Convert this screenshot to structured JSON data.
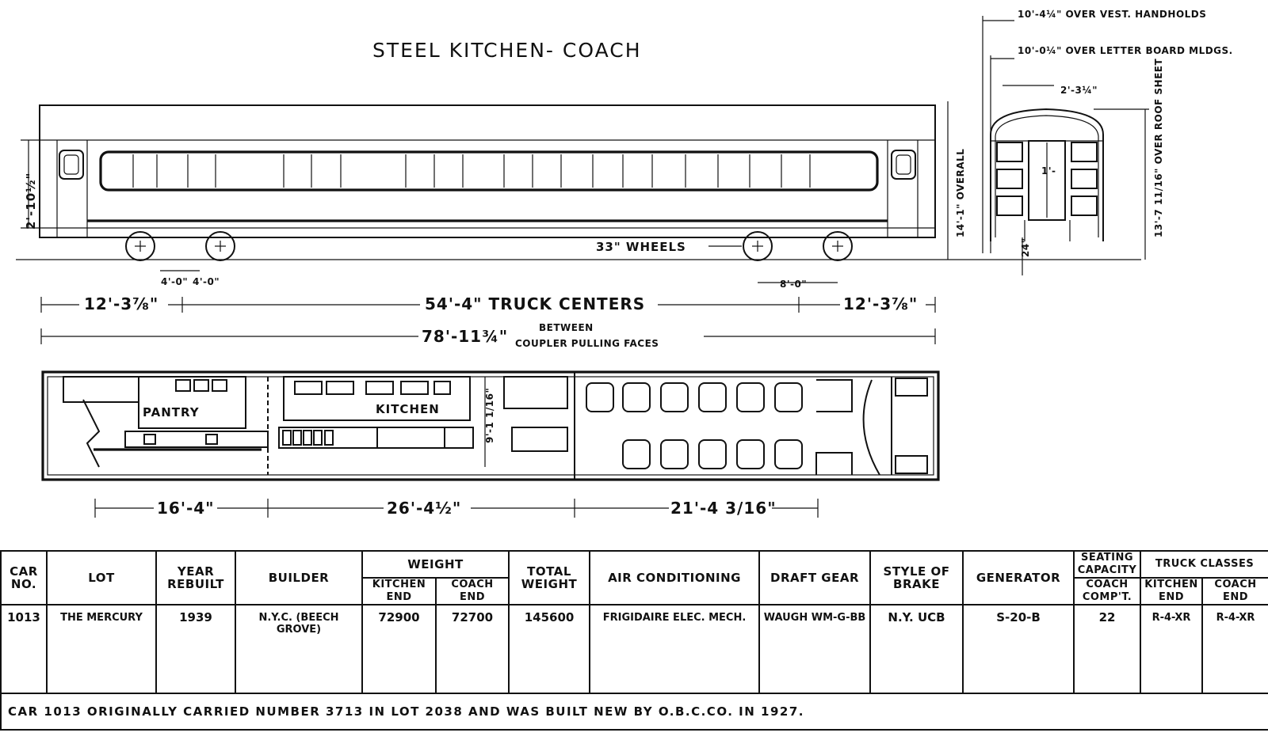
{
  "title": "STEEL KITCHEN- COACH",
  "side_dimensions": {
    "window_height": "2'-10½\"",
    "overall_height": "14'-1\" OVERALL",
    "wheels": "33\" WHEELS",
    "wheelbase_a": "4'-0\"",
    "wheelbase_b": "4'-0\"",
    "wheelbase_right": "8'-0\"",
    "end_overhang_left": "12'-3⅞\"",
    "truck_centers": "54'-4\" TRUCK CENTERS",
    "end_overhang_right": "12'-3⅞\"",
    "coupler_length": "78'-11¾\"",
    "coupler_caption_1": "BETWEEN",
    "coupler_caption_2": "COUPLER PULLING FACES"
  },
  "end_view": {
    "over_vest": "10'-4¼\" OVER VEST. HANDHOLDS",
    "over_letter": "10'-0¼\" OVER LETTER BOARD MLDGS.",
    "small_dim": "2'-3¼\"",
    "door_dim": "1'-",
    "roof_dim": "13'-7 11/16\" OVER ROOF SHEET",
    "bottom_dim": "24\""
  },
  "plan": {
    "pantry": "PANTRY",
    "kitchen": "KITCHEN",
    "width_dim": "9'-1 1/16\"",
    "sec_pantry": "16'-4\"",
    "sec_kitchen": "26'-4½\"",
    "sec_coach": "21'-4 3/16\""
  },
  "table": {
    "headers": {
      "car_no": "CAR NO.",
      "lot": "LOT",
      "year_rebuilt": "YEAR REBUILT",
      "builder": "BUILDER",
      "weight": "WEIGHT",
      "kitchen_end": "KITCHEN END",
      "coach_end": "COACH END",
      "total_weight": "TOTAL WEIGHT",
      "air_conditioning": "AIR CONDITIONING",
      "draft_gear": "DRAFT GEAR",
      "style_of_brake": "STYLE OF BRAKE",
      "generator": "GENERATOR",
      "seating_capacity": "SEATING CAPACITY",
      "coach_compt": "COACH COMP'T.",
      "truck_classes": "TRUCK CLASSES",
      "truck_kitchen_end": "KITCHEN END",
      "truck_coach_end": "COACH END"
    },
    "row": {
      "car_no": "1013",
      "lot": "THE MERCURY",
      "year_rebuilt": "1939",
      "builder": "N.Y.C. (BEECH GROVE)",
      "kitchen_end": "72900",
      "coach_end": "72700",
      "total_weight": "145600",
      "air_conditioning": "FRIGIDAIRE ELEC. MECH.",
      "draft_gear": "WAUGH WM-G-BB",
      "style_of_brake": "N.Y. UCB",
      "generator": "S-20-B",
      "coach_compt": "22",
      "truck_kitchen_end": "R-4-XR",
      "truck_coach_end": "R-4-XR"
    },
    "note": "CAR 1013 ORIGINALLY CARRIED NUMBER 3713 IN LOT 2038 AND WAS BUILT NEW BY O.B.C.CO. IN 1927."
  }
}
